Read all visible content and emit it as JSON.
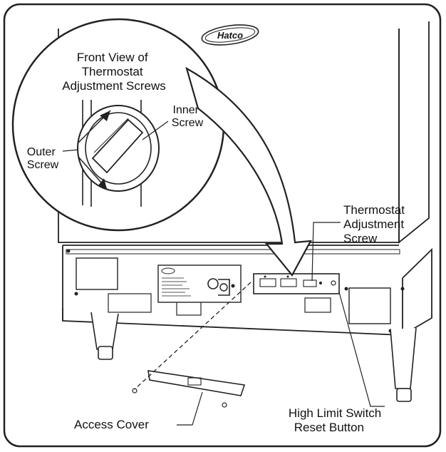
{
  "diagram": {
    "brand_logo": "Hatco",
    "inset_title": [
      "Front View of",
      "Thermostat",
      "Adjustment Screws"
    ],
    "labels": {
      "inner_screw": [
        "Inner",
        "Screw"
      ],
      "outer_screw": [
        "Outer",
        "Screw"
      ],
      "thermostat_screw": [
        "Thermostat",
        "Adjustment",
        "Screw"
      ],
      "high_limit": [
        "High Limit Switch",
        "Reset Button"
      ],
      "access_cover": "Access Cover"
    },
    "colors": {
      "line": "#111111",
      "panel": "#ffffff",
      "background": "#ffffff"
    }
  }
}
